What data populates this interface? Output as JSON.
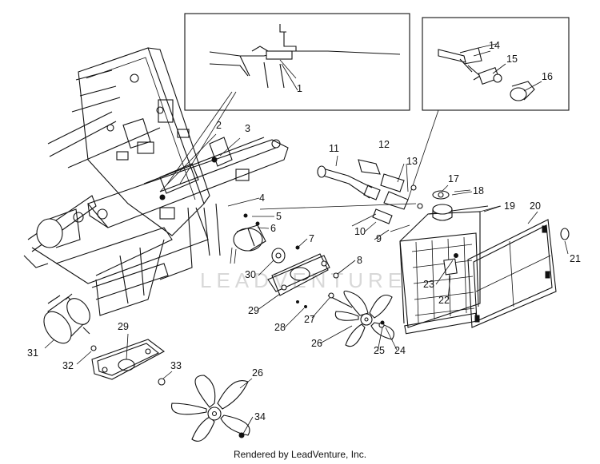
{
  "labels": {
    "p1": "1",
    "p2": "2",
    "p3": "3",
    "p4": "4",
    "p5": "5",
    "p6": "6",
    "p7": "7",
    "p8": "8",
    "p9": "9",
    "p10": "10",
    "p11": "11",
    "p12": "12",
    "p13": "13",
    "p14": "14",
    "p15": "15",
    "p16": "16",
    "p17": "17",
    "p18": "18",
    "p19": "19",
    "p20": "20",
    "p21": "21",
    "p22": "22",
    "p23": "23",
    "p24": "24",
    "p25": "25",
    "p26a": "26",
    "p26b": "26",
    "p27": "27",
    "p28": "28",
    "p29a": "29",
    "p29b": "29",
    "p30": "30",
    "p31": "31",
    "p32": "32",
    "p33": "33",
    "p34": "34"
  },
  "watermark": "LEADVENTURE",
  "footer": "Rendered by LeadVenture, Inc."
}
